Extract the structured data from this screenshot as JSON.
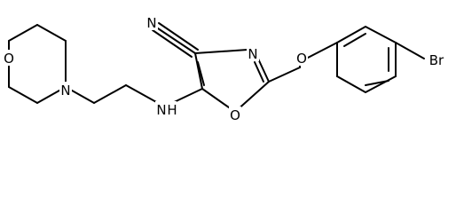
{
  "structure": {
    "atoms": [
      {
        "id": "o_morph",
        "label": "O"
      },
      {
        "id": "n_morph",
        "label": "N"
      },
      {
        "id": "n_amine",
        "label": "N"
      },
      {
        "id": "h_amine",
        "label": "H"
      },
      {
        "id": "n_nitrile",
        "label": "N"
      },
      {
        "id": "n_oxazole",
        "label": "N"
      },
      {
        "id": "o_oxazole",
        "label": "O"
      },
      {
        "id": "o_ether",
        "label": "O"
      },
      {
        "id": "br",
        "label": "Br"
      }
    ]
  },
  "colors": {
    "bond": "#000000",
    "text": "#000000",
    "background": "#ffffff"
  }
}
